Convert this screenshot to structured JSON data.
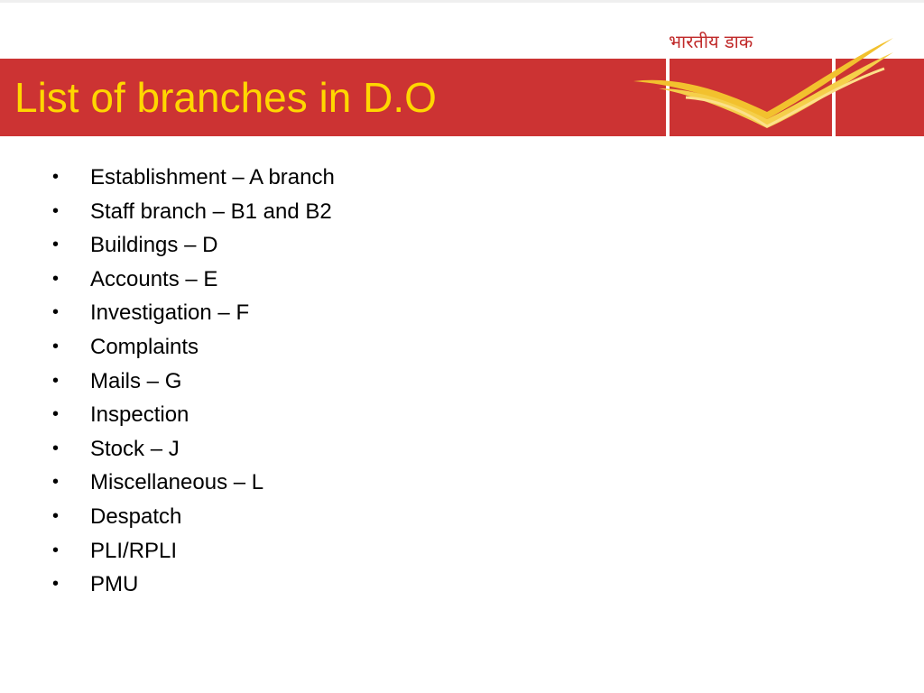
{
  "slide": {
    "title": "List of branches in D.O",
    "logo_text": "भारतीय डाक",
    "bullet_glyph": "•",
    "items": [
      "Establishment – A branch",
      "Staff branch – B1 and B2",
      "Buildings – D",
      "Accounts – E",
      "Investigation – F",
      "Complaints",
      "Mails – G",
      "Inspection",
      "Stock – J",
      "Miscellaneous – L",
      "Despatch",
      "PLI/RPLI",
      "PMU"
    ]
  },
  "colors": {
    "band": "#cc3333",
    "title": "#ffd700",
    "logo_text": "#c02a2a",
    "body_text": "#000000"
  }
}
